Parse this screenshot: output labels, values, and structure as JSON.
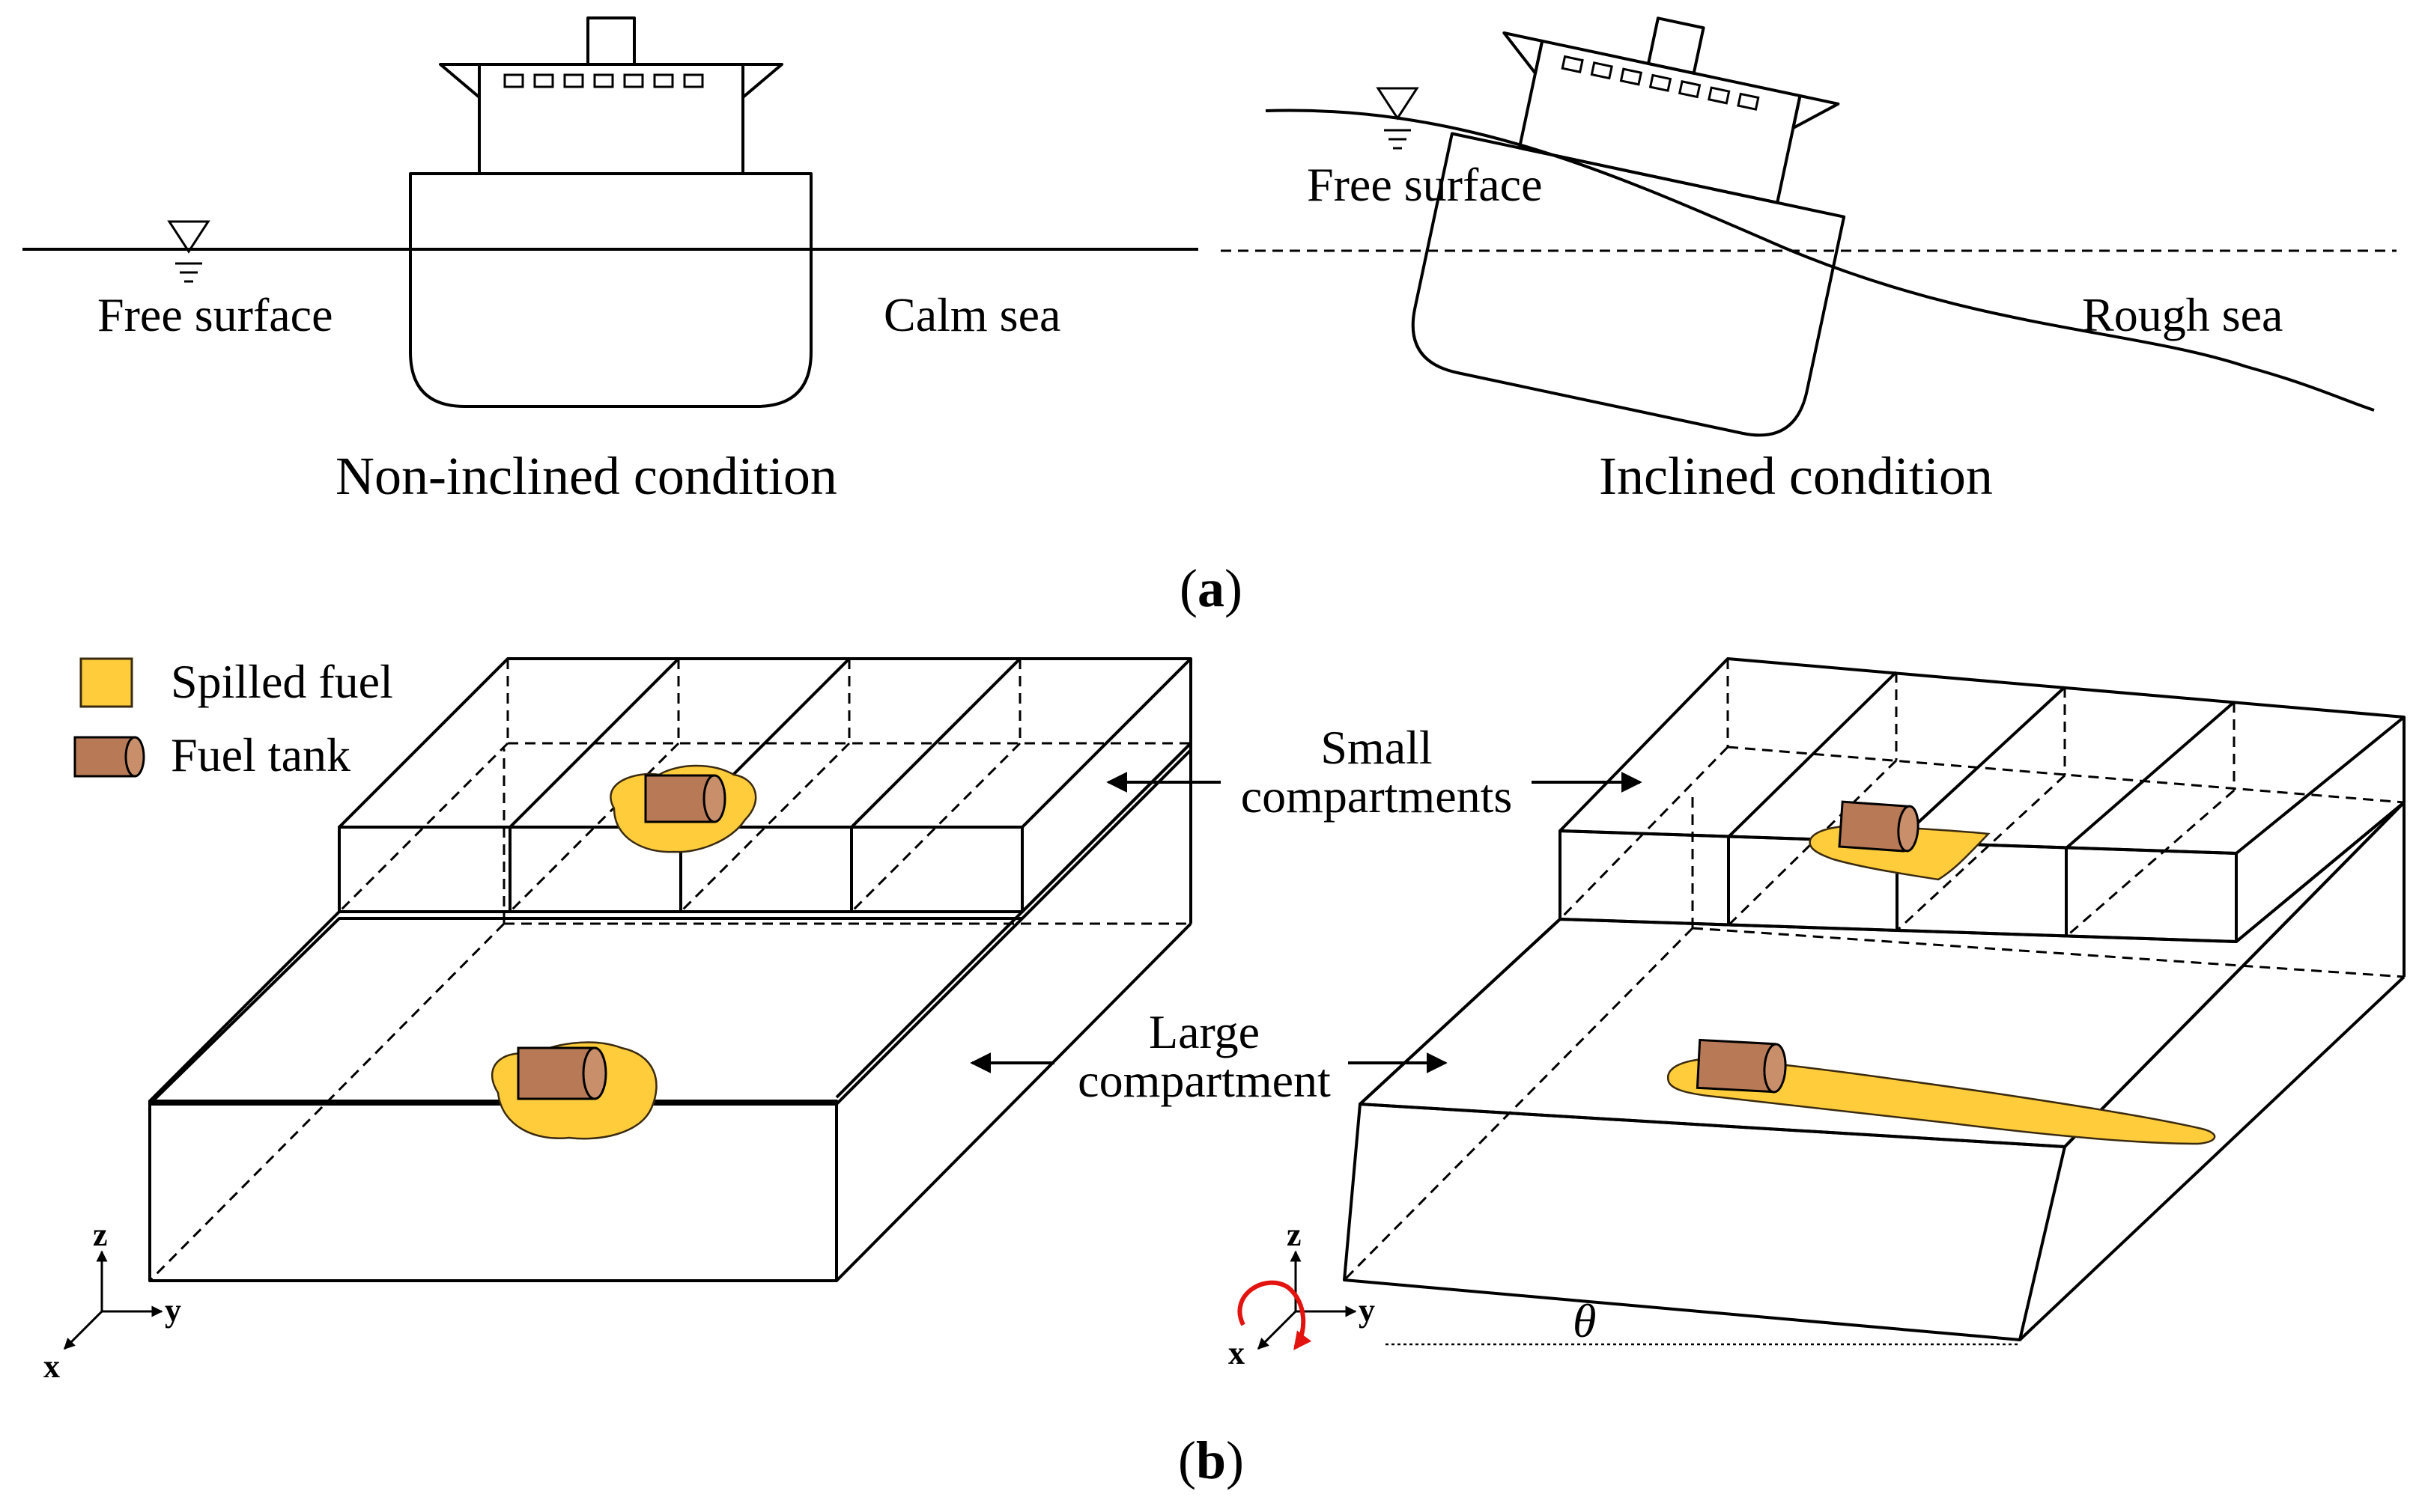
{
  "figure": {
    "panel_a": {
      "label": "(a)",
      "label_letter": "a",
      "left": {
        "free_surface": "Free surface",
        "sea_state": "Calm sea",
        "caption": "Non-inclined condition"
      },
      "right": {
        "free_surface": "Free surface",
        "sea_state": "Rough sea",
        "caption": "Inclined condition"
      }
    },
    "panel_b": {
      "label": "(b)",
      "label_letter": "b",
      "legend": [
        {
          "label": "Spilled fuel",
          "icon": "fuel-swatch-icon",
          "color": "#ffcd3c"
        },
        {
          "label": "Fuel tank",
          "icon": "fuel-tank-icon",
          "color": "#b87a56"
        }
      ],
      "small_compartments": [
        "Small",
        "compartments"
      ],
      "large_compartment": [
        "Large",
        "compartment"
      ],
      "axes": {
        "x": "x",
        "y": "y",
        "z": "z"
      },
      "angle_symbol": "θ"
    },
    "colors": {
      "spilled_fuel": "#ffcd3c",
      "fuel_tank": "#b87a56",
      "rotation_arrow": "#e3140f"
    }
  }
}
